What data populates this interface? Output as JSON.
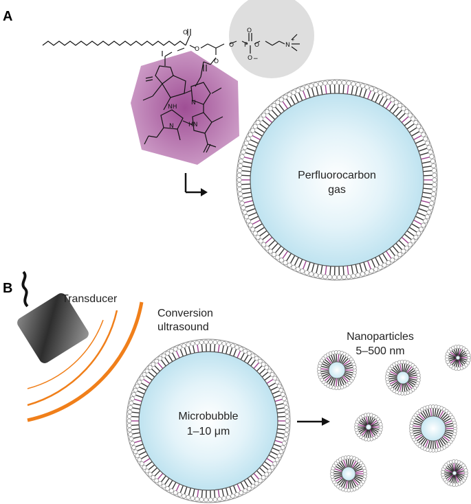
{
  "panels": {
    "a": "A",
    "b": "B"
  },
  "panel_a": {
    "bubble_line1": "Perfluorocarbon",
    "bubble_line2": "gas",
    "atoms": {
      "o1": "O",
      "o2": "O",
      "o3": "O",
      "o4": "O",
      "o5": "O",
      "o6": "O",
      "o7": "O",
      "p": "P",
      "n_plus": "N",
      "plus": "+",
      "minus": "−",
      "nh": "NH",
      "n1": "N",
      "n2": "N",
      "hn": "HN"
    }
  },
  "panel_b": {
    "transducer": "Transducer",
    "conversion_line1": "Conversion",
    "conversion_line2": "ultrasound",
    "microbubble_line1": "Microbubble",
    "microbubble_line2": "1–10 μm",
    "nanoparticles_line1": "Nanoparticles",
    "nanoparticles_line2": "5–500 nm"
  },
  "colors": {
    "bubble_fill": "#cde9f3",
    "porphyrin": "#9c3f8f",
    "headgroup": "#dcdcdc",
    "ultrasound_arc": "#f07f1a",
    "transducer_body": "#5a5a5a"
  }
}
